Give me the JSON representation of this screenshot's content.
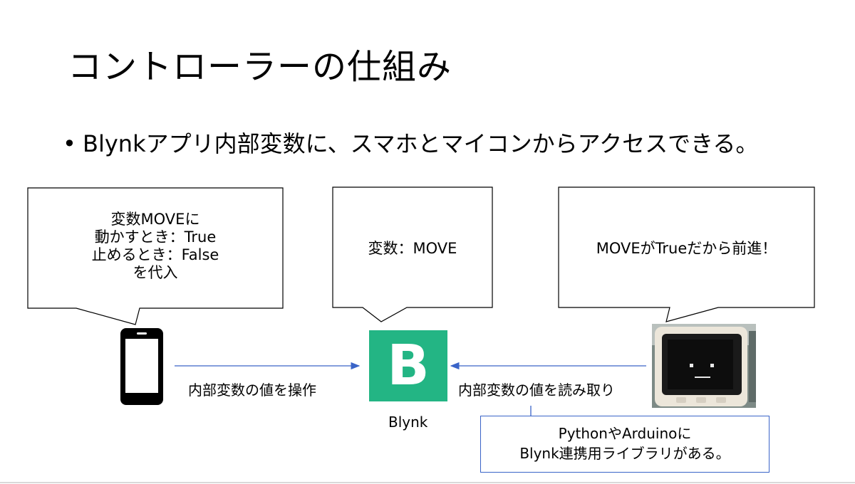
{
  "slide": {
    "title": "コントローラーの仕組み",
    "bullet": "Blynkアプリ内部変数に、スマホとマイコンからアクセスできる。"
  },
  "callouts": {
    "phone": {
      "line1": "変数MOVEに",
      "line2": "動かすとき：True",
      "line3": "止めるとき：False",
      "line4": "を代入"
    },
    "blynk": {
      "text": "変数：MOVE"
    },
    "device": {
      "text": "MOVEがTrueだから前進！"
    }
  },
  "arrows": {
    "phone_to_blynk": "内部変数の値を操作",
    "device_to_blynk": "内部変数の値を読み取り"
  },
  "blynk": {
    "logo_letter": "B",
    "caption": "Blynk"
  },
  "note": {
    "line1": "PythonやArduinoに",
    "line2": "Blynk連携用ライブラリがある。"
  },
  "icons": {
    "phone": "smartphone-icon",
    "device": "m5stack-device-photo",
    "logo": "blynk-logo"
  },
  "colors": {
    "blynk_green": "#23b584",
    "arrow_blue": "#3a64c8"
  }
}
